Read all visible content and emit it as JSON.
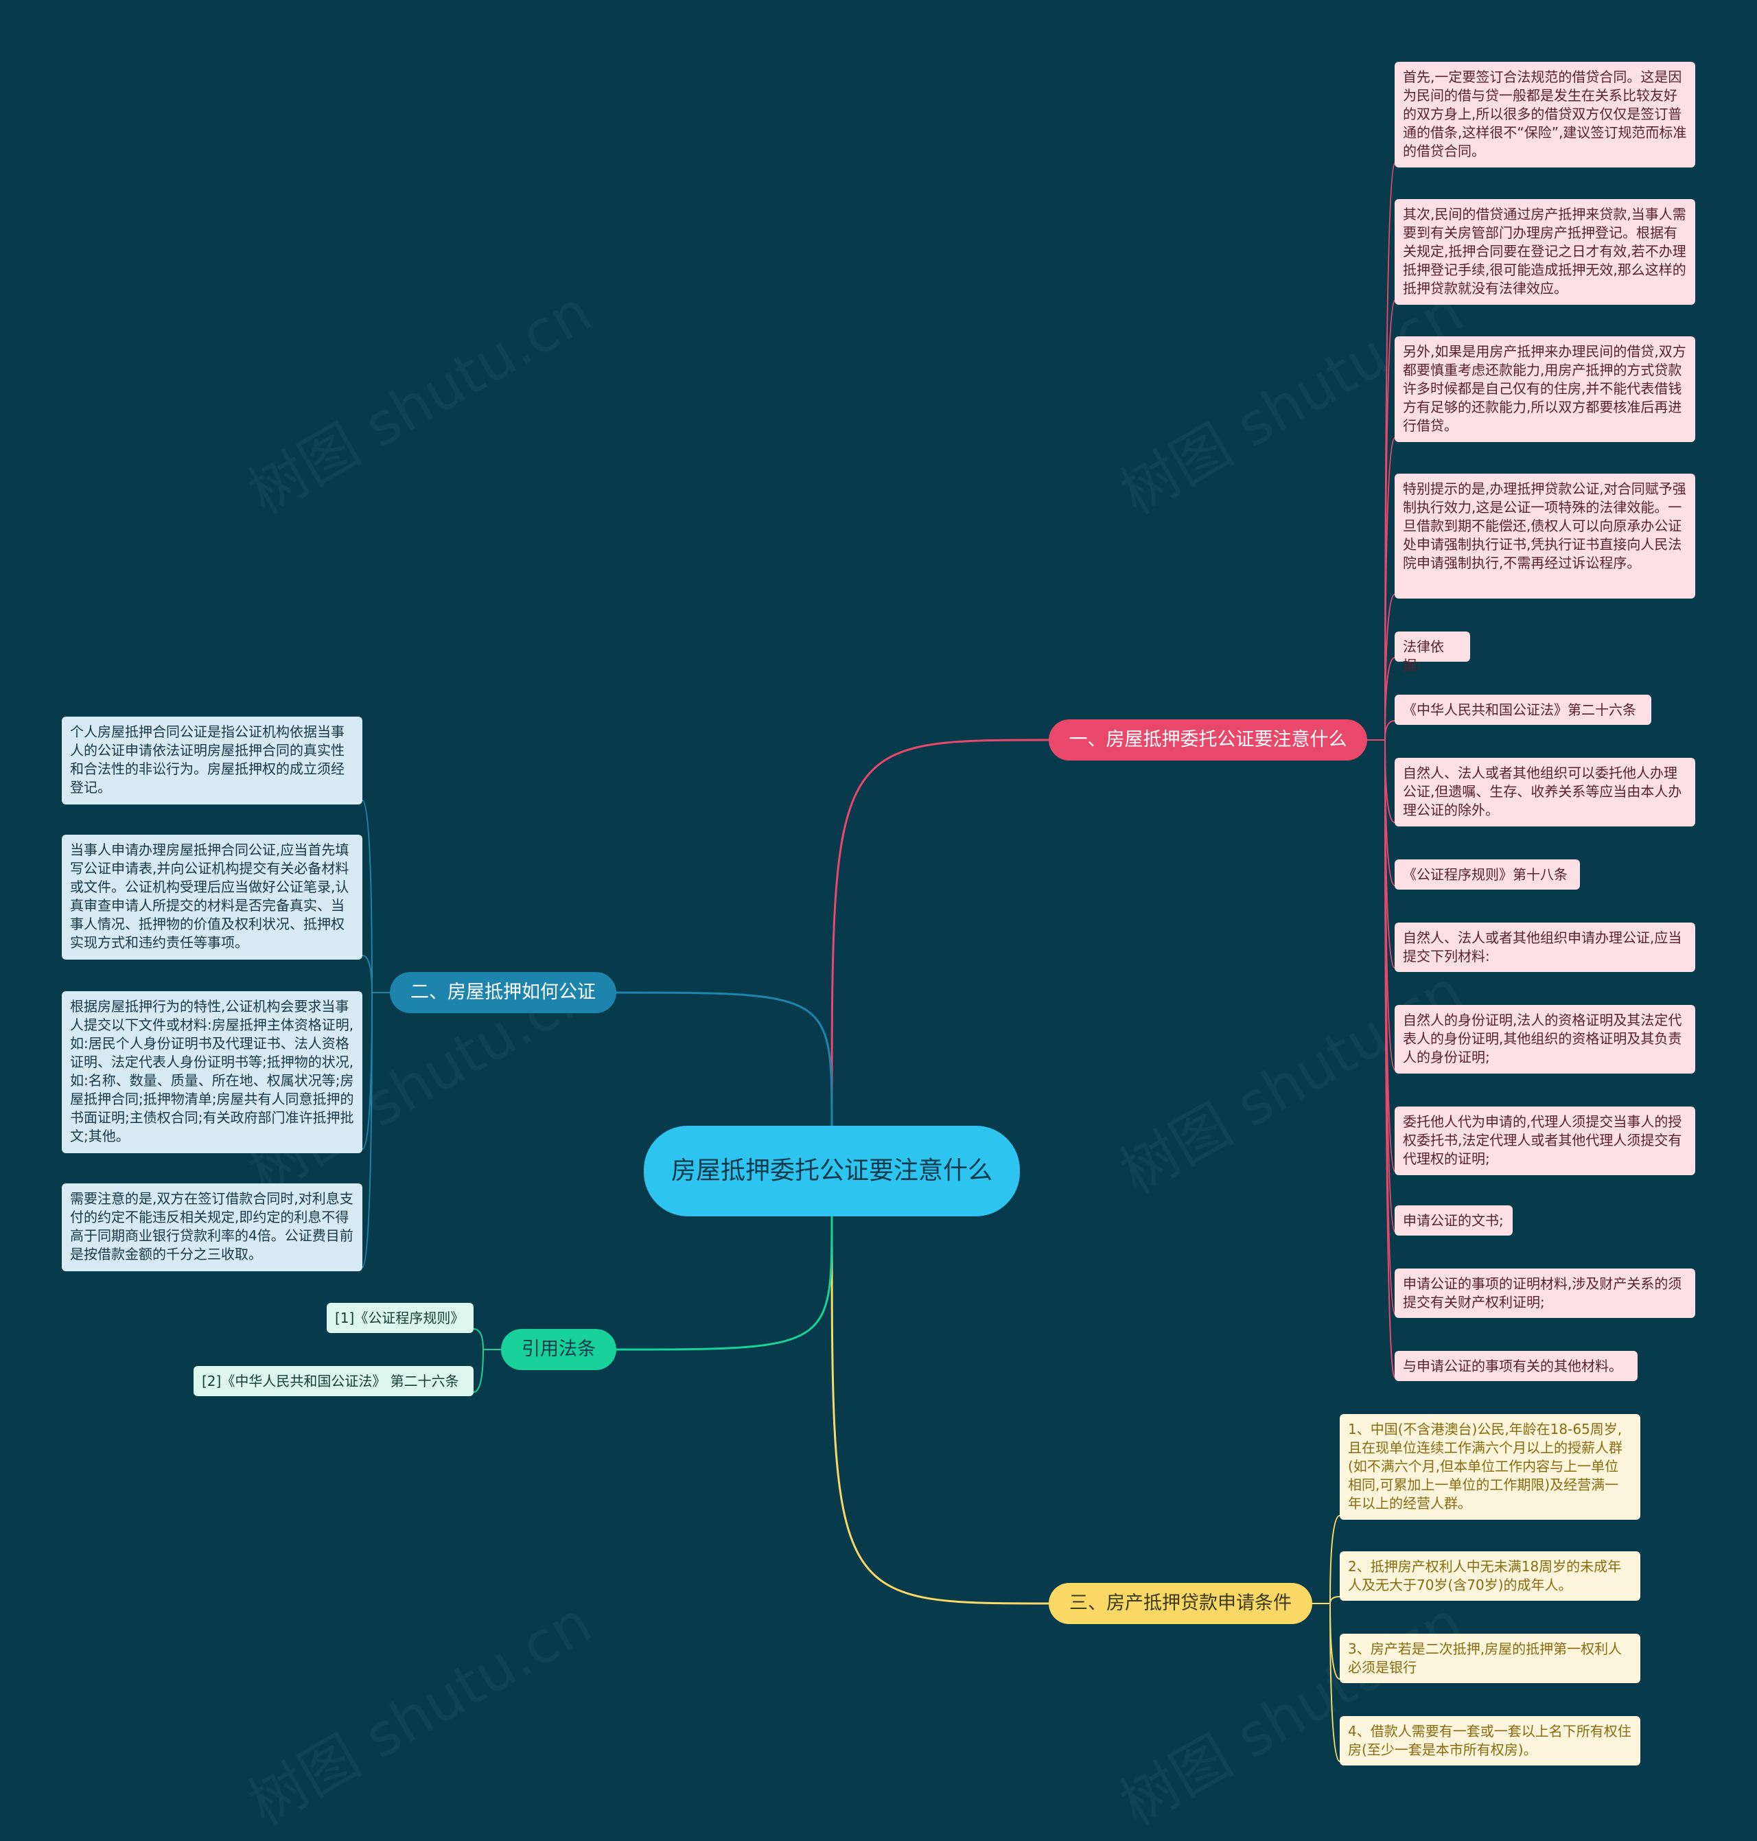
{
  "colors": {
    "background": "#073a4b",
    "root": "#2ec4f0",
    "branch1": "#e9486b",
    "branch2": "#1d85ad",
    "branch3": "#f9d866",
    "branch4": "#19d29a"
  },
  "root": {
    "label": "房屋抵押委托公证要注意什么"
  },
  "watermark": "树图 shutu.cn",
  "branch1": {
    "label": "一、房屋抵押委托公证要注意什么",
    "items": [
      "首先,一定要签订合法规范的借贷合同。这是因为民间的借与贷一般都是发生在关系比较友好的双方身上,所以很多的借贷双方仅仅是签订普通的借条,这样很不“保险”,建议签订规范而标准的借贷合同。",
      "其次,民间的借贷通过房产抵押来贷款,当事人需要到有关房管部门办理房产抵押登记。根据有关规定,抵押合同要在登记之日才有效,若不办理抵押登记手续,很可能造成抵押无效,那么这样的抵押贷款就没有法律效应。",
      "另外,如果是用房产抵押来办理民间的借贷,双方都要慎重考虑还款能力,用房产抵押的方式贷款许多时候都是自己仅有的住房,并不能代表借钱方有足够的还款能力,所以双方都要核准后再进行借贷。",
      "特别提示的是,办理抵押贷款公证,对合同赋予强制执行效力,这是公证一项特殊的法律效能。一旦借款到期不能偿还,债权人可以向原承办公证处申请强制执行证书,凭执行证书直接向人民法院申请强制执行,不需再经过诉讼程序。",
      "法律依据:",
      "《中华人民共和国公证法》第二十六条",
      "自然人、法人或者其他组织可以委托他人办理公证,但遗嘱、生存、收养关系等应当由本人办理公证的除外。",
      "《公证程序规则》第十八条",
      "自然人、法人或者其他组织申请办理公证,应当提交下列材料:",
      "自然人的身份证明,法人的资格证明及其法定代表人的身份证明,其他组织的资格证明及其负责人的身份证明;",
      "委托他人代为申请的,代理人须提交当事人的授权委托书,法定代理人或者其他代理人须提交有代理权的证明;",
      "申请公证的文书;",
      "申请公证的事项的证明材料,涉及财产关系的须提交有关财产权利证明;",
      "与申请公证的事项有关的其他材料。"
    ]
  },
  "branch2": {
    "label": "二、房屋抵押如何公证",
    "items": [
      "个人房屋抵押合同公证是指公证机构依据当事人的公证申请依法证明房屋抵押合同的真实性和合法性的非讼行为。房屋抵押权的成立须经登记。",
      "当事人申请办理房屋抵押合同公证,应当首先填写公证申请表,并向公证机构提交有关必备材料或文件。公证机构受理后应当做好公证笔录,认真审查申请人所提交的材料是否完备真实、当事人情况、抵押物的价值及权利状况、抵押权实现方式和违约责任等事项。",
      "根据房屋抵押行为的特性,公证机构会要求当事人提交以下文件或材料:房屋抵押主体资格证明,如:居民个人身份证明书及代理证书、法人资格证明、法定代表人身份证明书等;抵押物的状况,如:名称、数量、质量、所在地、权属状况等;房屋抵押合同;抵押物清单;房屋共有人同意抵押的书面证明;主债权合同;有关政府部门准许抵押批文;其他。",
      "需要注意的是,双方在签订借款合同时,对利息支付的约定不能违反相关规定,即约定的利息不得高于同期商业银行贷款利率的4倍。公证费目前是按借款金额的千分之三收取。"
    ]
  },
  "branch3": {
    "label": "三、房产抵押贷款申请条件",
    "items": [
      "1、中国(不含港澳台)公民,年龄在18-65周岁,且在现单位连续工作满六个月以上的授薪人群(如不满六个月,但本单位工作内容与上一单位相同,可累加上一单位的工作期限)及经营满一年以上的经营人群。",
      "2、抵押房产权利人中无未满18周岁的未成年人及无大于70岁(含70岁)的成年人。",
      "3、房产若是二次抵押,房屋的抵押第一权利人必须是银行",
      "4、借款人需要有一套或一套以上名下所有权住房(至少一套是本市所有权房)。"
    ]
  },
  "branch4": {
    "label": "引用法条",
    "items": [
      "[1]《公证程序规则》",
      "[2]《中华人民共和国公证法》 第二十六条"
    ]
  }
}
